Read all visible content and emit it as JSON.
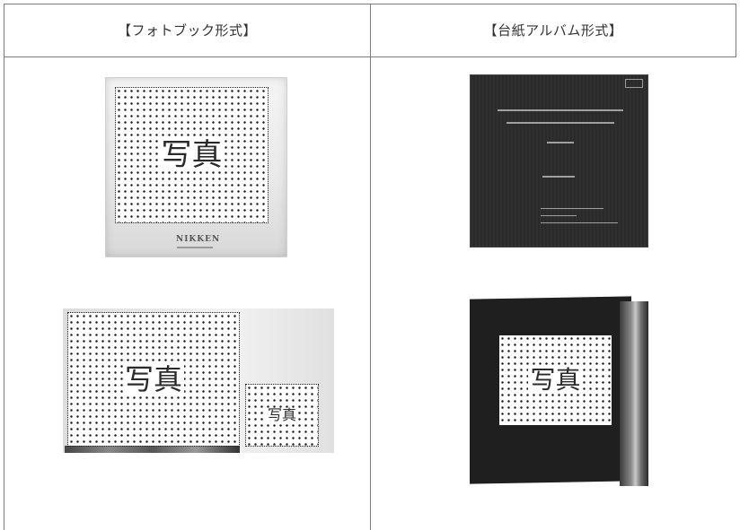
{
  "headers": {
    "left": "【フォトブック形式】",
    "right": "【台紙アルバム形式】"
  },
  "photo_label": "写真",
  "frame_brand": "NIKKEN"
}
